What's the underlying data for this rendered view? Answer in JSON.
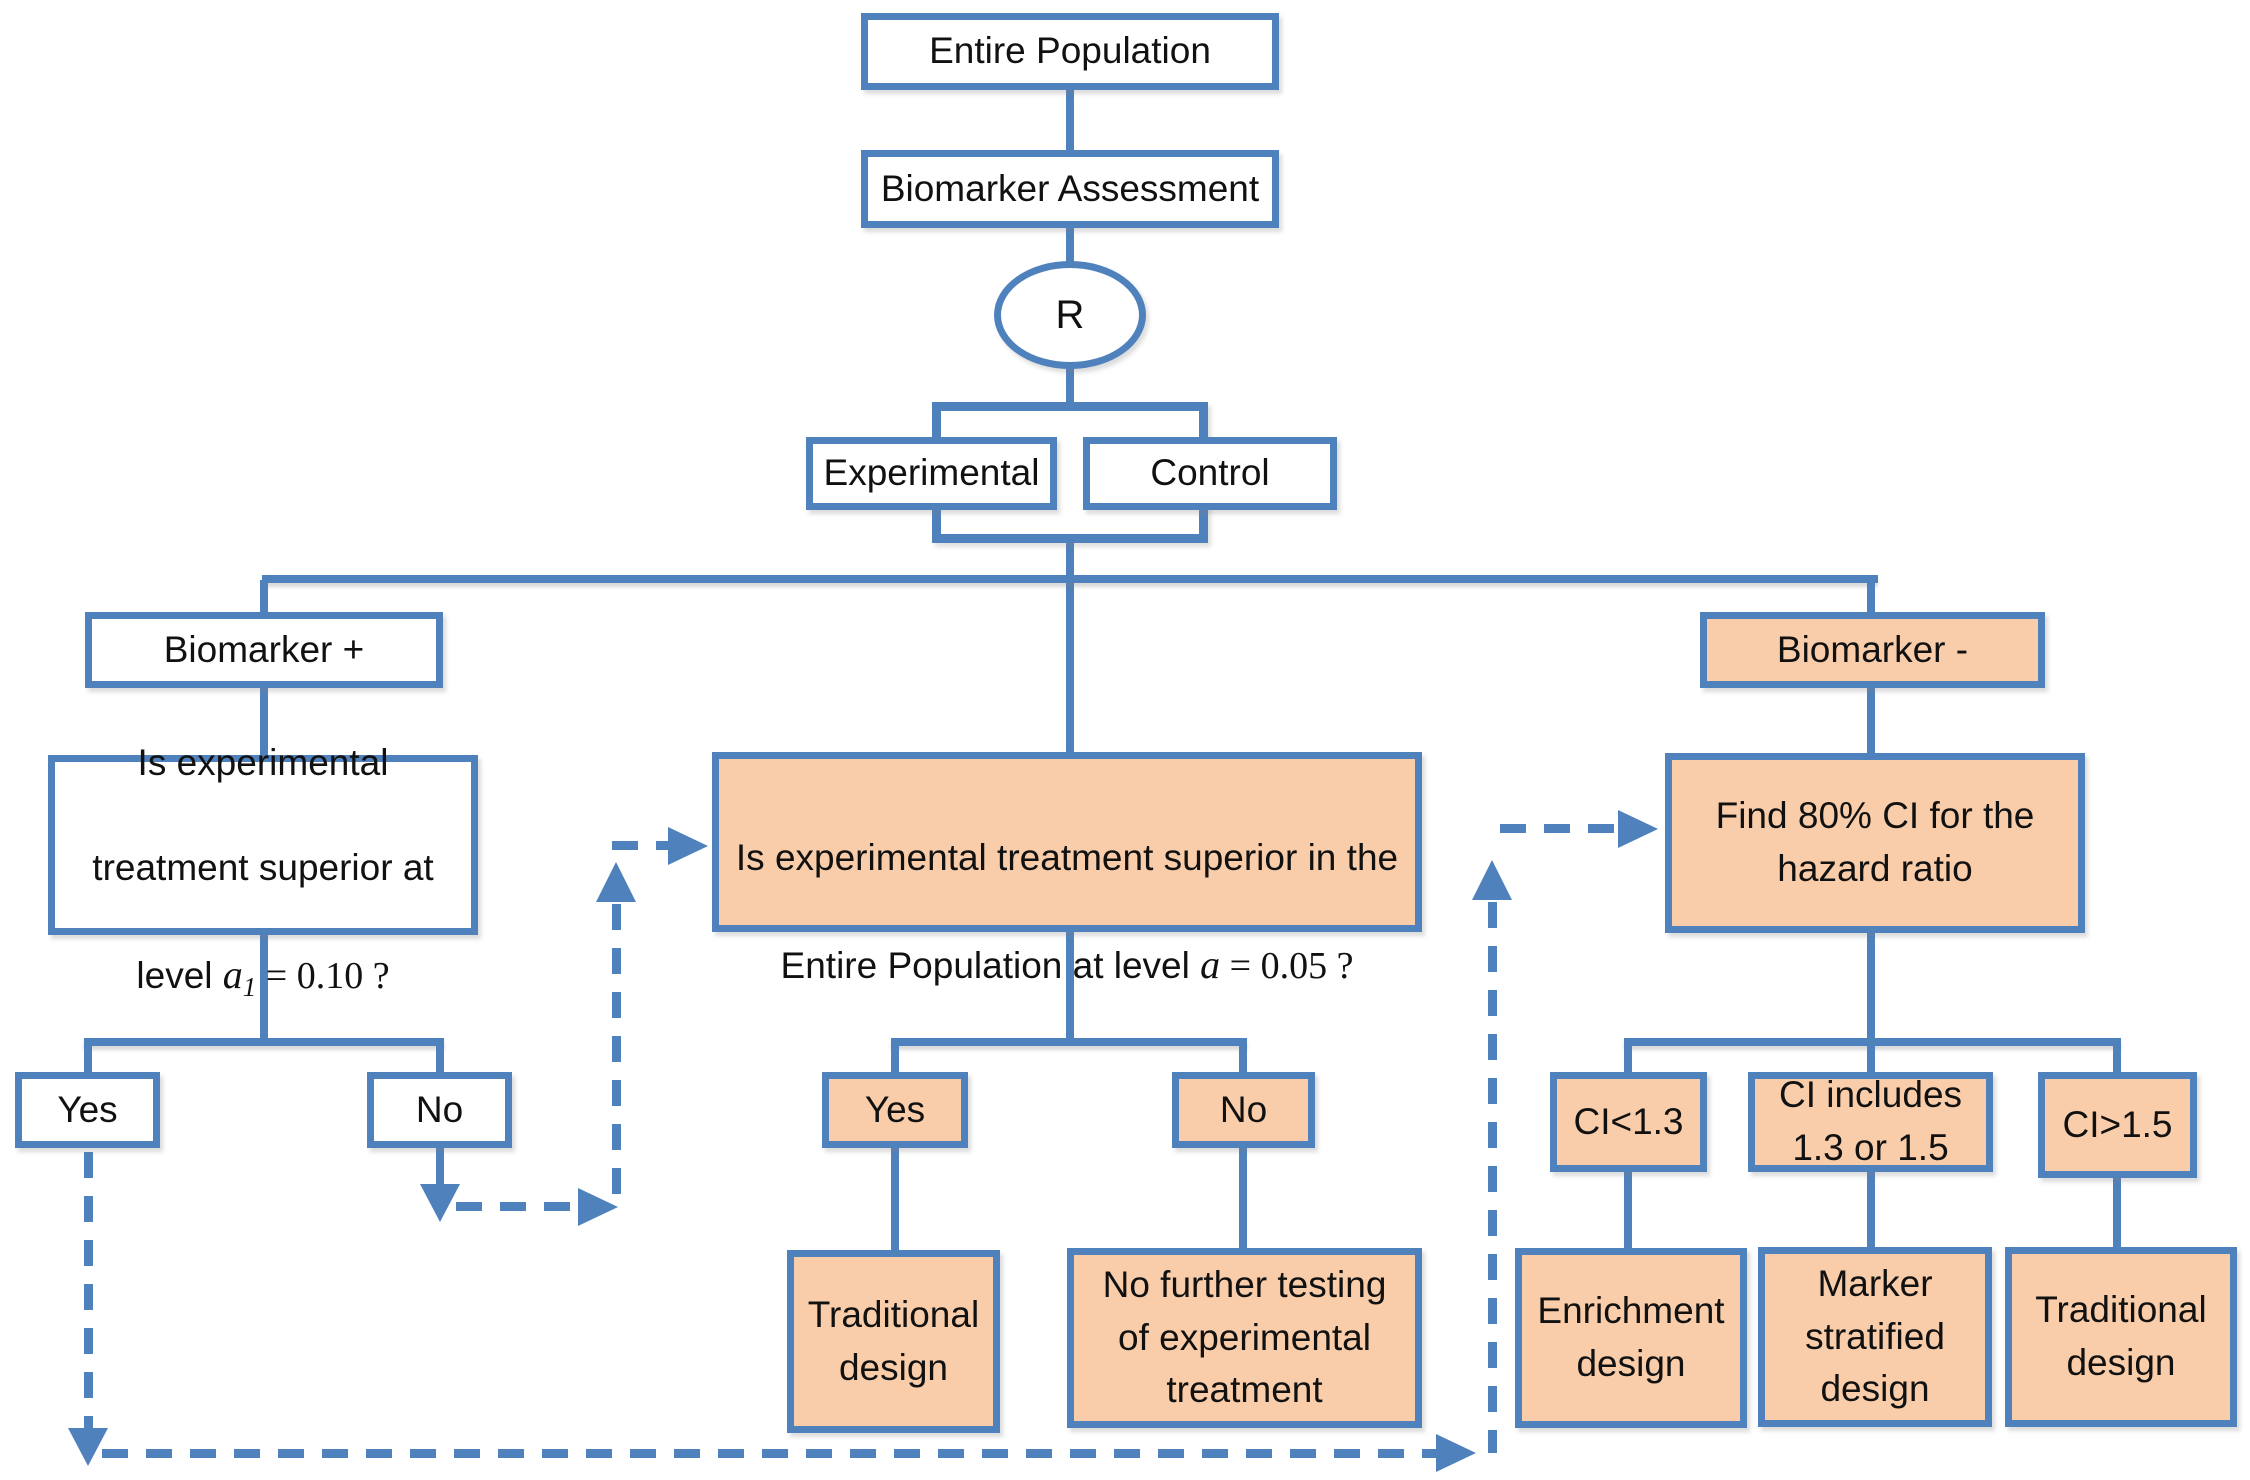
{
  "colors": {
    "line_blue": "#4F81BD",
    "box_orange": "#F9CDA9",
    "box_white": "#FFFFFF",
    "text_black": "#111111"
  },
  "nodes": {
    "entire_population": {
      "label": "Entire Population"
    },
    "biomarker_assessment": {
      "label": "Biomarker Assessment"
    },
    "randomization": {
      "label": "R"
    },
    "experimental": {
      "label": "Experimental"
    },
    "control": {
      "label": "Control"
    },
    "biomarker_plus": {
      "label": "Biomarker +"
    },
    "biomarker_minus": {
      "label": "Biomarker -"
    },
    "left_question": {
      "line1": "Is experimental",
      "line2": "treatment superior at",
      "line3_prefix": "level ",
      "var": "a",
      "var_subscript": "1",
      "line3_suffix": " = 0.10 ?"
    },
    "center_question": {
      "line1": "Is experimental treatment superior in the",
      "line2_prefix": "Entire Population at level ",
      "var": "a",
      "line2_suffix": " = 0.05 ?"
    },
    "find_ci": {
      "label": "Find 80% CI for the\nhazard ratio"
    },
    "left_yes": {
      "label": "Yes"
    },
    "left_no": {
      "label": "No"
    },
    "center_yes": {
      "label": "Yes"
    },
    "center_no": {
      "label": "No"
    },
    "traditional_center": {
      "label": "Traditional\ndesign"
    },
    "no_further_testing": {
      "label": "No further testing\nof experimental\ntreatment"
    },
    "ci_low": {
      "label": "CI<1.3"
    },
    "ci_mid": {
      "label": "CI includes\n1.3 or 1.5"
    },
    "ci_high": {
      "label": "CI>1.5"
    },
    "enrichment": {
      "label": "Enrichment\ndesign"
    },
    "marker_stratified": {
      "label": "Marker\nstratified\ndesign"
    },
    "traditional_right": {
      "label": "Traditional\ndesign"
    }
  }
}
